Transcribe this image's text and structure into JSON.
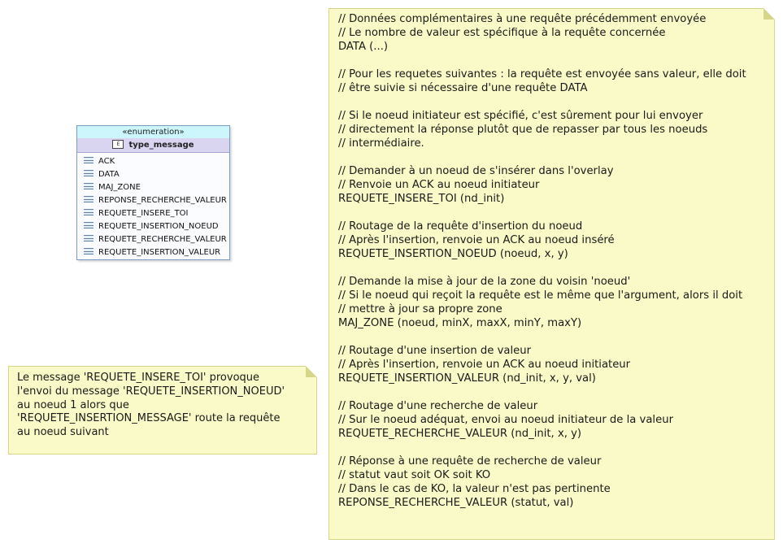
{
  "enumeration": {
    "stereotype": "«enumeration»",
    "icon_label": "E",
    "name": "type_message",
    "literals": [
      "ACK",
      "DATA",
      "MAJ_ZONE",
      "REPONSE_RECHERCHE_VALEUR",
      "REQUETE_INSERE_TOI",
      "REQUETE_INSERTION_NOEUD",
      "REQUETE_RECHERCHE_VALEUR",
      "REQUETE_INSERTION_VALEUR"
    ]
  },
  "note_left": {
    "lines": [
      "Le message 'REQUETE_INSERE_TOI' provoque",
      "l'envoi du message 'REQUETE_INSERTION_NOEUD'",
      "au noeud 1 alors que",
      "'REQUETE_INSERTION_MESSAGE' route la requête",
      "au noeud suivant"
    ]
  },
  "note_right": {
    "lines": [
      "// Données complémentaires à une requête précédemment envoyée",
      "// Le nombre de valeur est spécifique à la requête concernée",
      "DATA (...)",
      "",
      "// Pour les requetes suivantes : la requête est envoyée sans valeur, elle doit",
      "// être suivie si nécessaire d'une requête DATA",
      "",
      "// Si le noeud initiateur est spécifié, c'est sûrement pour lui envoyer",
      "// directement la réponse plutôt que de repasser par tous les noeuds",
      "// intermédiaire.",
      "",
      "// Demander à un noeud de s'insérer dans l'overlay",
      "// Renvoie un ACK au noeud initiateur",
      "REQUETE_INSERE_TOI (nd_init)",
      "",
      "// Routage de la requête d'insertion du noeud",
      "// Après l'insertion, renvoie un ACK au noeud inséré",
      "REQUETE_INSERTION_NOEUD (noeud, x, y)",
      "",
      "// Demande la mise à jour de la zone du voisin 'noeud'",
      "// Si le noeud qui reçoit la requête est le même que l'argument, alors il doit",
      "// mettre à jour sa propre zone",
      "MAJ_ZONE (noeud, minX, maxX, minY, maxY)",
      "",
      "// Routage d'une insertion de valeur",
      "// Après l'insertion, renvoie un ACK au noeud initiateur",
      "REQUETE_INSERTION_VALEUR (nd_init, x, y, val)",
      "",
      "// Routage d'une recherche de valeur",
      "// Sur le noeud adéquat, envoi au noeud initiateur de la valeur",
      "REQUETE_RECHERCHE_VALEUR (nd_init, x, y)",
      "",
      "// Réponse à une requête de recherche de valeur",
      "// statut vaut soit OK soit KO",
      "// Dans le cas de KO, la valeur n'est pas pertinente",
      "REPONSE_RECHERCHE_VALEUR (statut, val)"
    ]
  }
}
